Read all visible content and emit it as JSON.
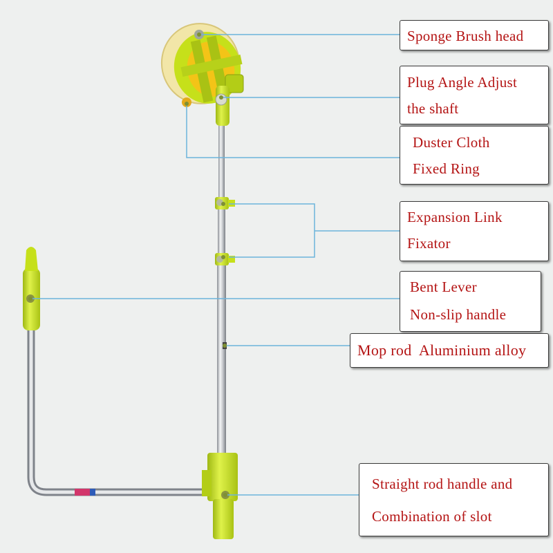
{
  "labels": {
    "sponge_brush_head": "Sponge Brush head",
    "plug_angle": [
      "Plug Angle Adjust",
      "the shaft"
    ],
    "duster_cloth": [
      "Duster Cloth",
      "Fixed Ring"
    ],
    "expansion_link": [
      "Expansion Link",
      "Fixator"
    ],
    "bent_lever": [
      "Bent Lever",
      "Non-slip handle"
    ],
    "mop_rod": "Mop rod  Aluminium alloy",
    "straight_rod": [
      "Straight rod handle and",
      "Combination of slot"
    ]
  },
  "colors": {
    "background": "#eef0ef",
    "leader_line": "#6cb4dc",
    "label_text": "#b41414",
    "accent_green": "#c6e01a",
    "accent_yellow": "#f3c417",
    "metal": "#c9ccd0"
  }
}
